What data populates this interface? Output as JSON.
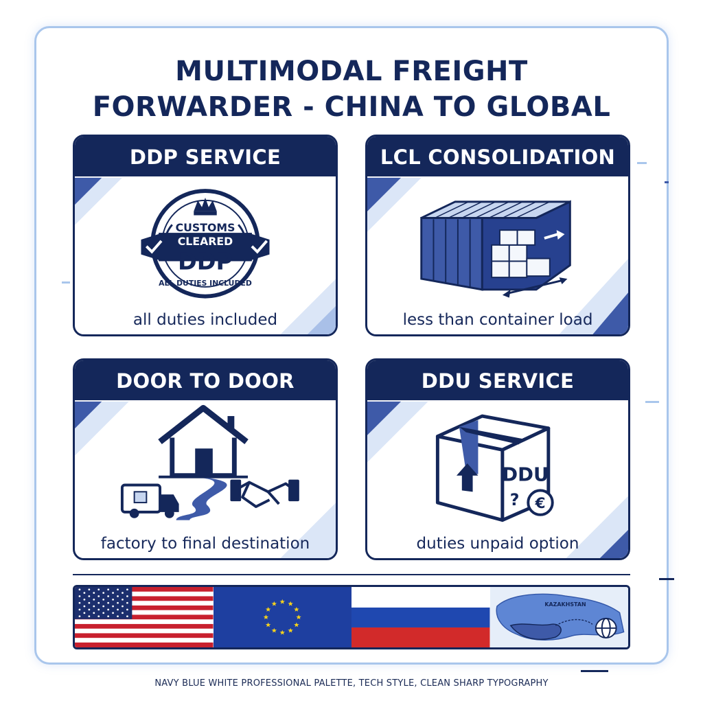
{
  "title": {
    "line1": "MULTIMODAL FREIGHT",
    "line2": "FORWARDER - CHINA TO GLOBAL"
  },
  "cards": {
    "ddp": {
      "header": "DDP SERVICE",
      "caption": "all duties included",
      "stamp_line1": "CUSTOMS",
      "stamp_line2": "CLEARED",
      "stamp_main": "DDP",
      "stamp_arc": "ALL DUTIES INCLUDED"
    },
    "lcl": {
      "header": "LCL CONSOLIDATION",
      "caption": "less than container load"
    },
    "door": {
      "header": "DOOR TO DOOR",
      "caption": "factory to final destination"
    },
    "ddu": {
      "header": "DDU SERVICE",
      "caption": "duties unpaid option",
      "box_label": "DDU",
      "question": "?",
      "currency": "€"
    }
  },
  "flags": {
    "map_label": "KAZAKHSTAN"
  },
  "footer": "NAVY BLUE WHITE PROFESSIONAL PALETTE, TECH STYLE, CLEAN SHARP TYPOGRAPHY",
  "colors": {
    "navy": "#14275a",
    "light_blue": "#a9c6ec",
    "eu_blue": "#1e3fa0",
    "russia_red": "#d22a2a",
    "usa_red": "#c8202e"
  },
  "icons": [
    "crown-icon",
    "checkmark-icon",
    "shipping-container-icon",
    "house-icon",
    "truck-icon",
    "handshake-icon",
    "package-icon",
    "globe-icon",
    "euro-icon"
  ]
}
